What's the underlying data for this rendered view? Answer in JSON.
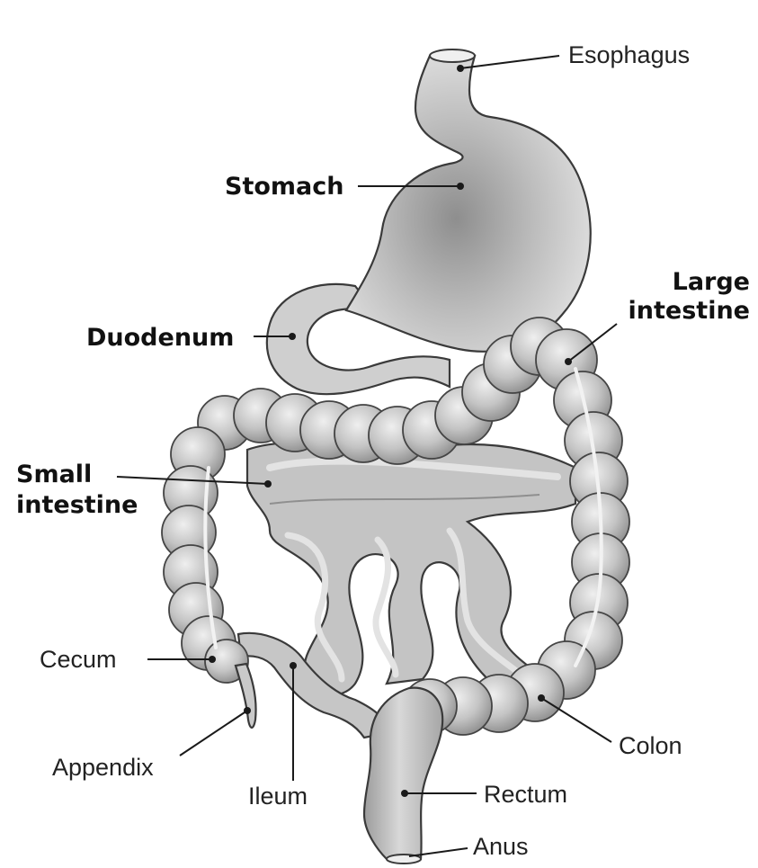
{
  "labels": {
    "esophagus": "Esophagus",
    "stomach": "Stomach",
    "large_intestine_1": "Large",
    "large_intestine_2": "intestine",
    "duodenum": "Duodenum",
    "small_intestine_1": "Small",
    "small_intestine_2": "intestine",
    "cecum": "Cecum",
    "appendix": "Appendix",
    "ileum": "Ileum",
    "colon": "Colon",
    "rectum": "Rectum",
    "anus": "Anus"
  },
  "colors": {
    "organ_fill": "#c9c9c9",
    "organ_light": "#e6e6e6",
    "organ_dark": "#9a9a9a",
    "outline": "#3a3a3a",
    "text": "#222222"
  }
}
